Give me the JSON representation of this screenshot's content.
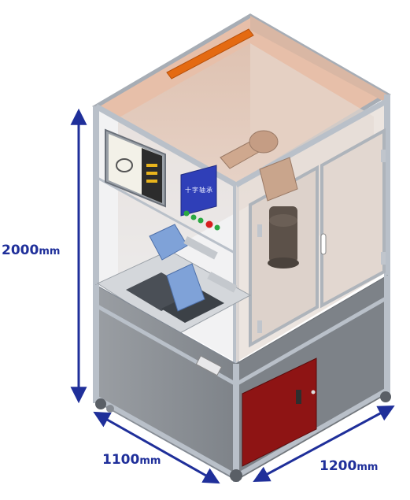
{
  "dimensions": {
    "height": {
      "value": "2000",
      "unit": "mm"
    },
    "depth": {
      "value": "1100",
      "unit": "mm"
    },
    "width": {
      "value": "1200",
      "unit": "mm"
    }
  },
  "panel_screen_text": "十字轴承",
  "colors": {
    "dimension": "#1f2f9a",
    "frame": "#b9c0c9",
    "frame_dark": "#7f8792",
    "guard_panel": "#8f9398",
    "roof_tint": "#e6b9a0",
    "glass": "#d8ccc4",
    "door_red": "#8e1414",
    "fixture_blue": "#7fa2d8",
    "hmi_blue": "#2f3fb8",
    "robot": "#c9a58c",
    "light_bar": "#e46a12"
  }
}
